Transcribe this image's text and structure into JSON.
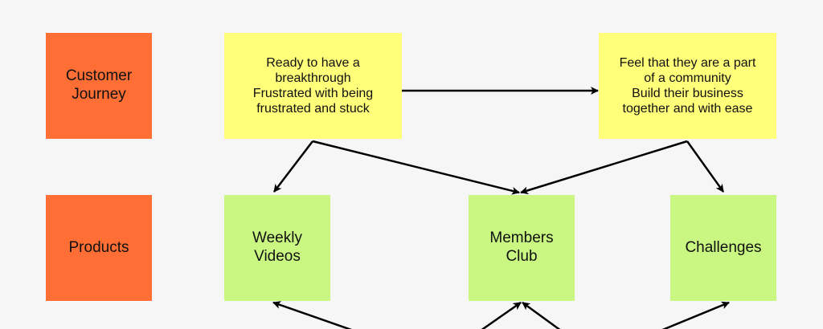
{
  "rows": {
    "customer_journey": "Customer\nJourney",
    "products": "Products"
  },
  "notes": {
    "breakthrough": "Ready to have a\nbreakthrough\nFrustrated with being\nfrustrated and stuck",
    "community": "Feel that they are a part\nof a community\nBuild their business\ntogether and with ease"
  },
  "products": {
    "weekly_videos": "Weekly\nVideos",
    "members_club": "Members\nClub",
    "challenges": "Challenges"
  },
  "colors": {
    "row_label": "#ff6f35",
    "journey_note": "#ffff7a",
    "product_note": "#c9f781",
    "arrow": "#000000"
  }
}
